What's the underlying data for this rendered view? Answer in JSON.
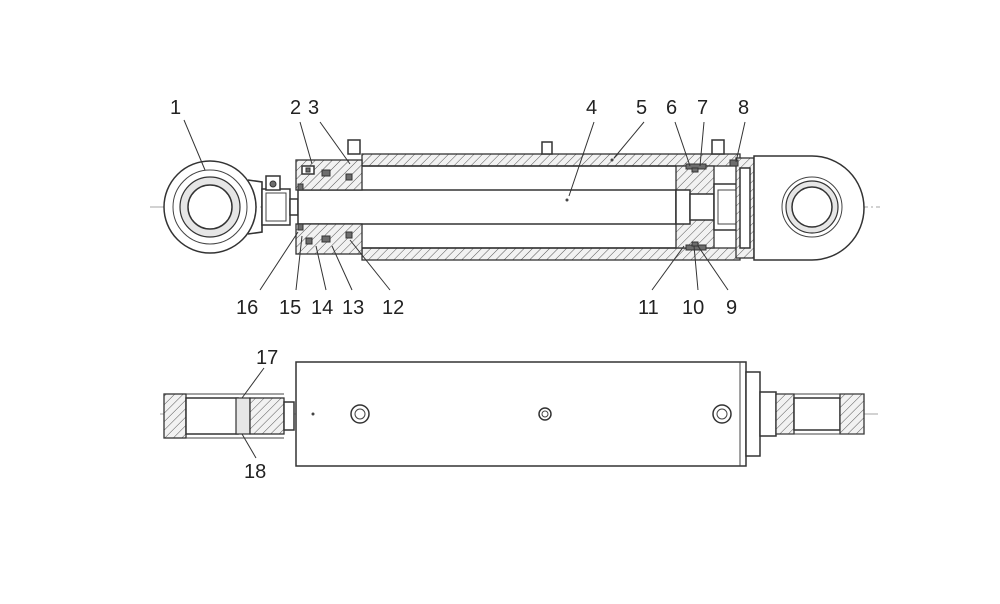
{
  "title": "",
  "callouts": [
    {
      "id": "c1",
      "text": "1"
    },
    {
      "id": "c2",
      "text": "2"
    },
    {
      "id": "c3",
      "text": "3"
    },
    {
      "id": "c4",
      "text": "4"
    },
    {
      "id": "c5",
      "text": "5"
    },
    {
      "id": "c6",
      "text": "6"
    },
    {
      "id": "c7",
      "text": "7"
    },
    {
      "id": "c8",
      "text": "8"
    },
    {
      "id": "c9",
      "text": "9"
    },
    {
      "id": "c10",
      "text": "10"
    },
    {
      "id": "c11",
      "text": "11"
    },
    {
      "id": "c12",
      "text": "12"
    },
    {
      "id": "c13",
      "text": "13"
    },
    {
      "id": "c14",
      "text": "14"
    },
    {
      "id": "c15",
      "text": "15"
    },
    {
      "id": "c16",
      "text": "16"
    },
    {
      "id": "c17",
      "text": "17"
    },
    {
      "id": "c18",
      "text": "18"
    }
  ]
}
